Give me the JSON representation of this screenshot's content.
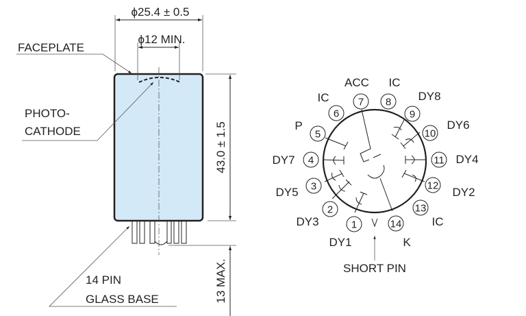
{
  "outline": {
    "diameter_dim": "ϕ25.4 ± 0.5",
    "cathode_dim": "ϕ12 MIN.",
    "length_dim": "43.0 ± 1.5",
    "pin_length_dim": "13 MAX.",
    "faceplate_label": "FACEPLATE",
    "photocathode_label_1": "PHOTO-",
    "photocathode_label_2": "CATHODE",
    "base_label_1": "14 PIN",
    "base_label_2": "GLASS BASE",
    "tube_color": "#d3e9f7"
  },
  "base": {
    "pins": [
      {
        "num": "1",
        "label": "DY1"
      },
      {
        "num": "2",
        "label": "DY3"
      },
      {
        "num": "3",
        "label": "DY5"
      },
      {
        "num": "4",
        "label": "DY7"
      },
      {
        "num": "5",
        "label": "P"
      },
      {
        "num": "6",
        "label": "IC"
      },
      {
        "num": "7",
        "label": "ACC"
      },
      {
        "num": "8",
        "label": "IC"
      },
      {
        "num": "9",
        "label": "DY8"
      },
      {
        "num": "10",
        "label": "DY6"
      },
      {
        "num": "11",
        "label": "DY4"
      },
      {
        "num": "12",
        "label": "DY2"
      },
      {
        "num": "13",
        "label": "IC"
      },
      {
        "num": "14",
        "label": "K"
      }
    ],
    "short_pin_label": "SHORT PIN"
  }
}
